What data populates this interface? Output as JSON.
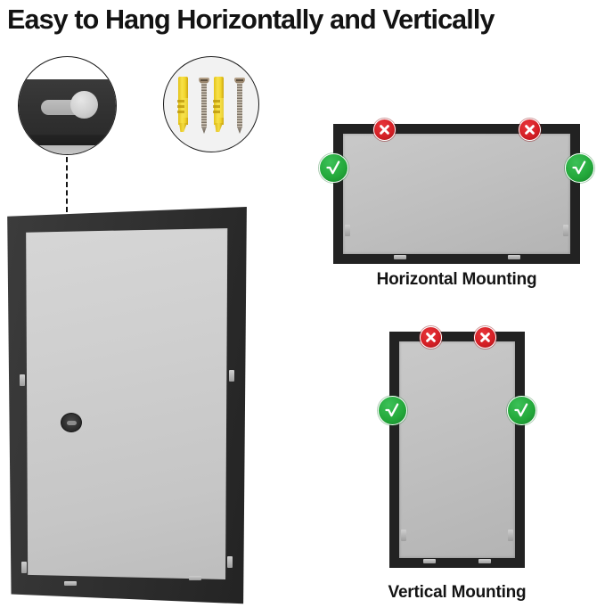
{
  "headline": "Easy to Hang Horizontally and Vertically",
  "insets": {
    "keyhole": {
      "name": "keyhole-hanger-closeup",
      "description": "Close-up of black keyhole hanging bracket on frame back"
    },
    "hardware": {
      "name": "anchors-and-screws-closeup",
      "description": "Two yellow wall anchors and two screws",
      "anchor_count": 2,
      "screw_count": 2
    }
  },
  "product": {
    "frame_photo_label": "Black picture frame shown vertically",
    "hanger_label": "keyhole hanger"
  },
  "diagrams": [
    {
      "id": "horizontal",
      "caption": "Horizontal Mounting",
      "badges": [
        {
          "type": "x",
          "position": "top-left"
        },
        {
          "type": "x",
          "position": "top-right"
        },
        {
          "type": "check",
          "position": "left"
        },
        {
          "type": "check",
          "position": "right"
        }
      ]
    },
    {
      "id": "vertical",
      "caption": "Vertical Mounting",
      "badges": [
        {
          "type": "x",
          "position": "top-left"
        },
        {
          "type": "x",
          "position": "top-right"
        },
        {
          "type": "check",
          "position": "left"
        },
        {
          "type": "check",
          "position": "right"
        }
      ]
    }
  ],
  "icons": {
    "x_mark": "x-mark-icon",
    "check_mark": "check-mark-icon"
  },
  "colors": {
    "frame": "#222222",
    "mat": "#c2c2c2",
    "badge_red": "#d41f25",
    "badge_green": "#23a83a",
    "text": "#141414",
    "anchor_yellow": "#f2d62c",
    "background": "#ffffff"
  }
}
